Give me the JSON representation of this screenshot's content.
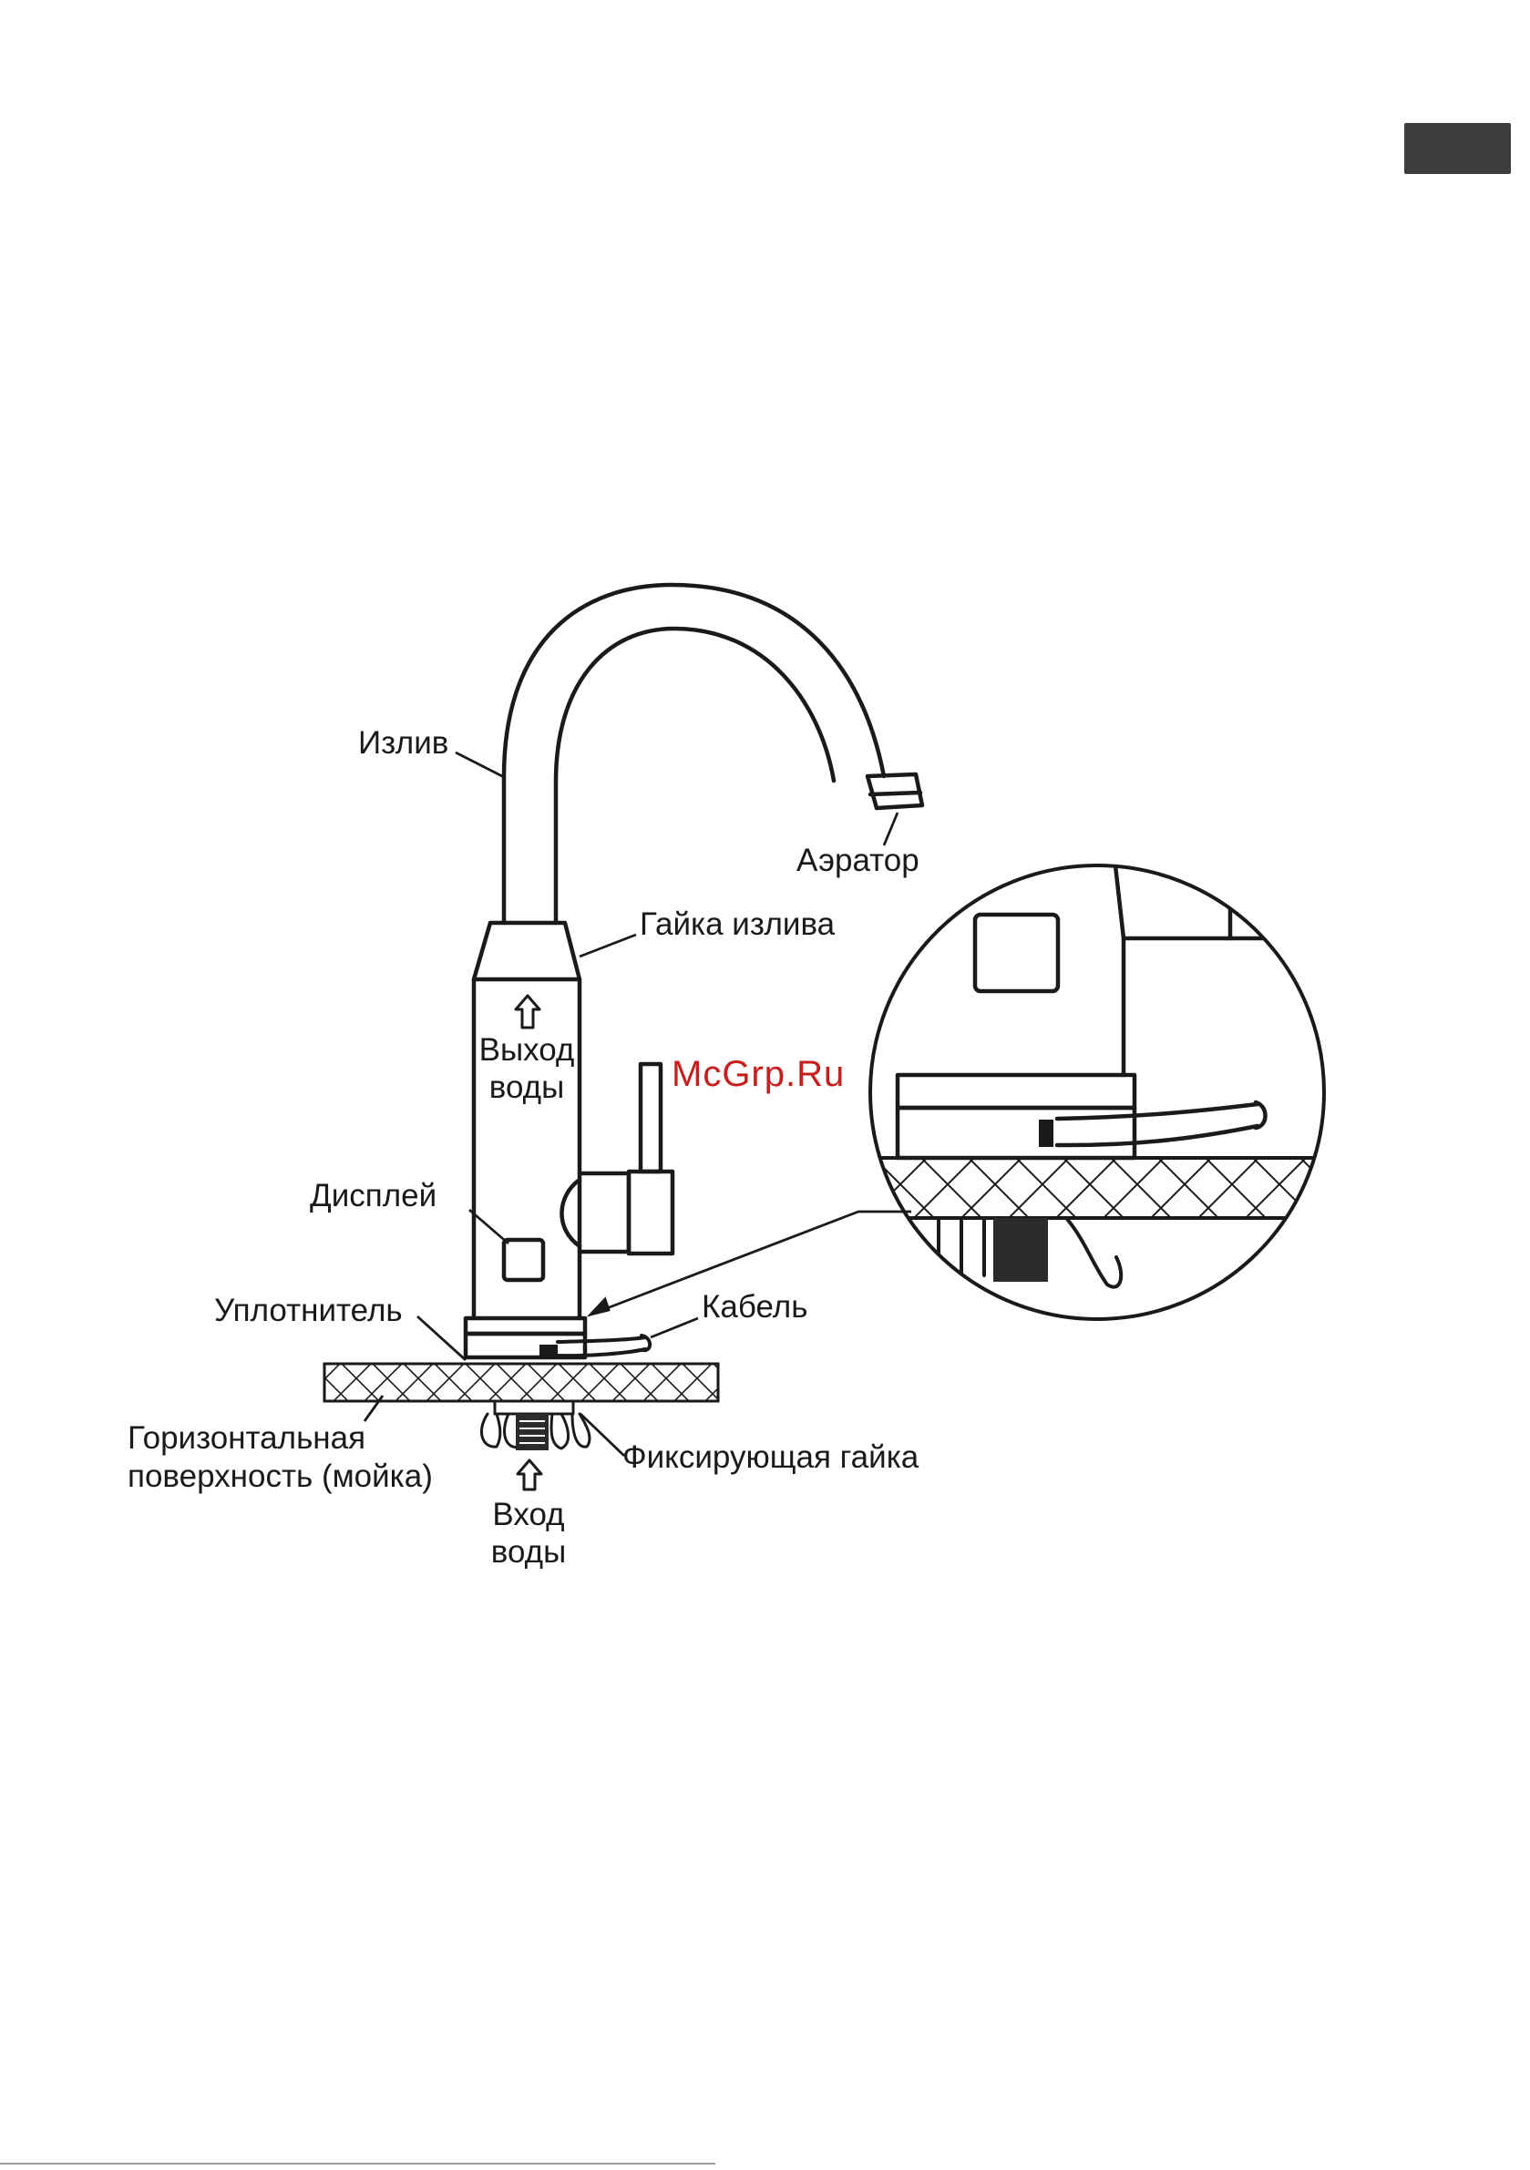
{
  "page": {
    "tab_color": "#3d3d3d",
    "watermark": "McGrp.Ru",
    "watermark_color": "#c81e1e"
  },
  "labels": {
    "spout": "Излив",
    "aerator": "Аэратор",
    "spout_nut": "Гайка излива",
    "water_out_1": "Выход",
    "water_out_2": "воды",
    "display": "Дисплей",
    "seal": "Уплотнитель",
    "cable": "Кабель",
    "surface_1": "Горизонтальная",
    "surface_2": "поверхность (мойка)",
    "fixing_nut": "Фиксирующая гайка",
    "water_in_1": "Вход",
    "water_in_2": "воды"
  },
  "icons": [
    "arrow-up-outline-icon",
    "arrow-up-outline-icon"
  ]
}
